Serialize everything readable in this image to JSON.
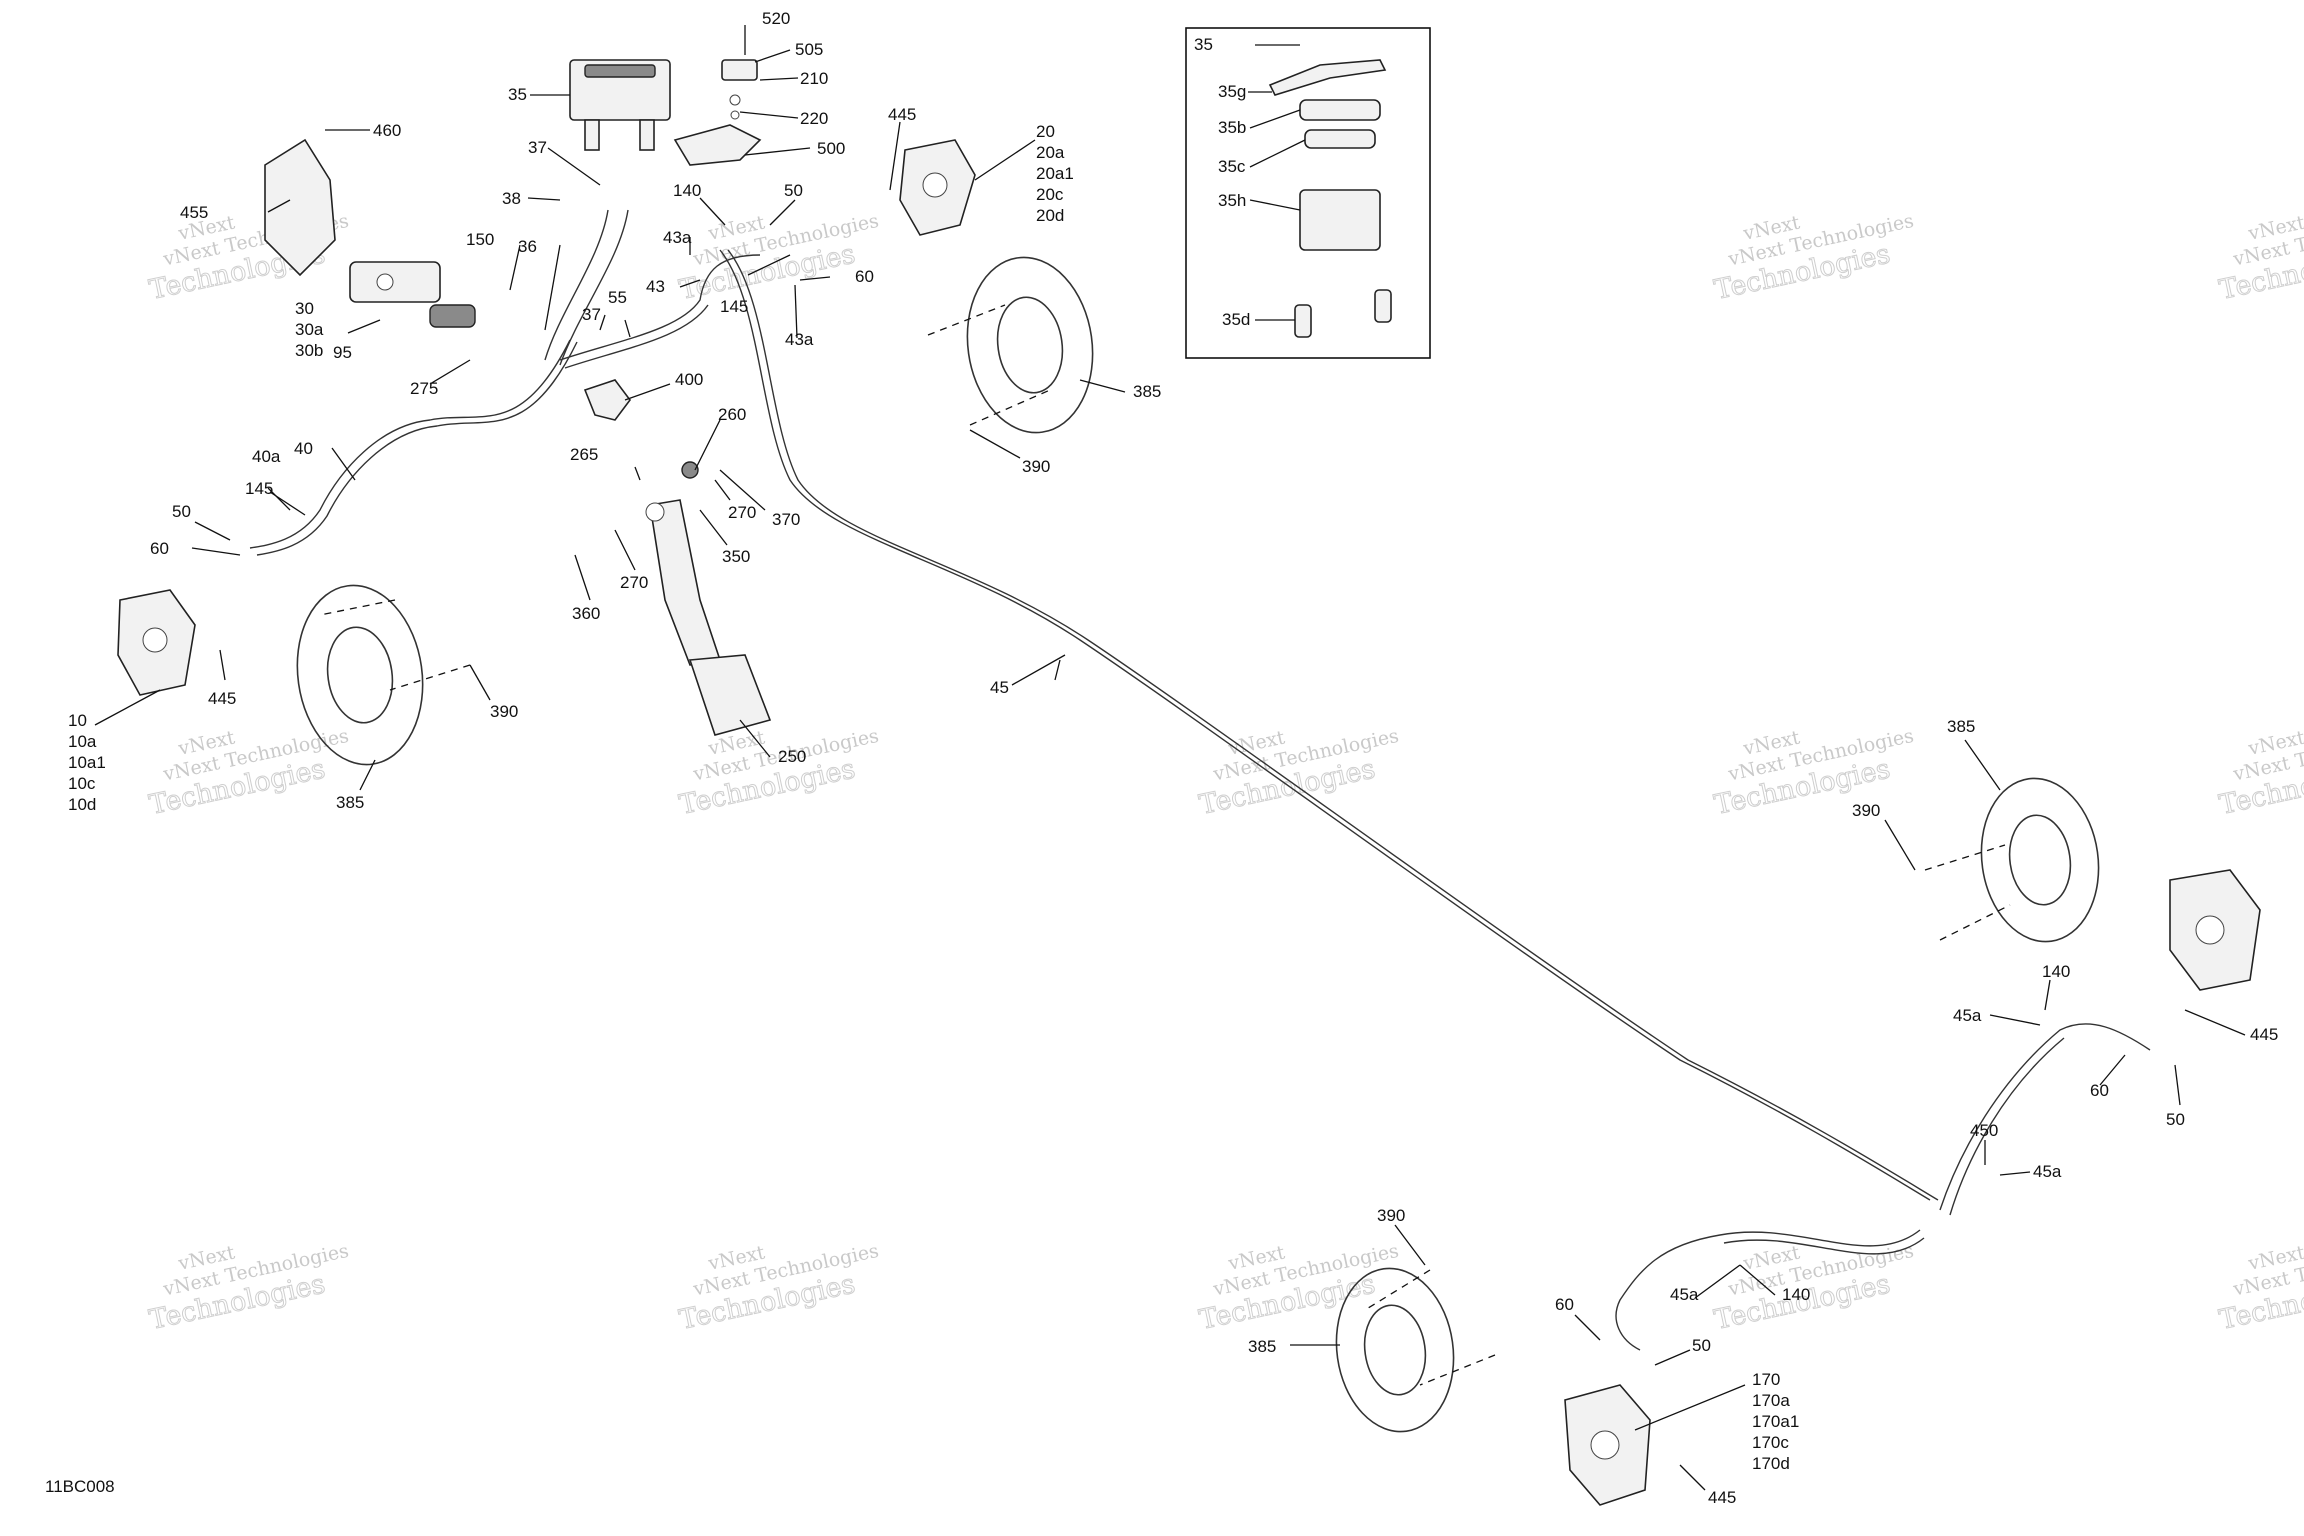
{
  "diagram_code": "11BC008",
  "inset_label": "35",
  "watermark": {
    "line1": "vNext Technologies",
    "line2": "Technologies",
    "stamp": "vNext"
  },
  "callouts": {
    "c520": "520",
    "c505": "505",
    "c210": "210",
    "c220": "220",
    "c500": "500",
    "c35": "35",
    "c460": "460",
    "c455": "455",
    "c37a": "37",
    "c38": "38",
    "c140a": "140",
    "c50a": "50",
    "c445a": "445",
    "c20": "20",
    "c20a": "20a",
    "c20a1": "20a1",
    "c20c": "20c",
    "c20d": "20d",
    "c36": "36",
    "c150": "150",
    "c43a1": "43a",
    "c43": "43",
    "c60a": "60",
    "c145a": "145",
    "c43a2": "43a",
    "c30": "30",
    "c30a": "30a",
    "c30b": "30b",
    "c95": "95",
    "c275": "275",
    "c37b": "37",
    "c55": "55",
    "c400": "400",
    "c385a": "385",
    "c390a": "390",
    "c40": "40",
    "c40a": "40a",
    "c145b": "145",
    "c50b": "50",
    "c60b": "60",
    "c265": "265",
    "c260": "260",
    "c270a": "270",
    "c370": "370",
    "c350": "350",
    "c360": "360",
    "c270b": "270",
    "c445b": "445",
    "c10": "10",
    "c10a": "10a",
    "c10a1": "10a1",
    "c10c": "10c",
    "c10d": "10d",
    "c390b": "390",
    "c385b": "385",
    "c45": "45",
    "c250": "250",
    "c385c": "385",
    "c390c": "390",
    "c140b": "140",
    "c45a1": "45a",
    "c445c": "445",
    "c60c": "60",
    "c50c": "50",
    "c450": "450",
    "c45a2": "45a",
    "c390d": "390",
    "c385d": "385",
    "c60d": "60",
    "c45a3": "45a",
    "c140c": "140",
    "c50d": "50",
    "c170": "170",
    "c170a": "170a",
    "c170a1": "170a1",
    "c170c": "170c",
    "c170d": "170d",
    "c445d": "445",
    "c35g": "35g",
    "c35b": "35b",
    "c35c": "35c",
    "c35h": "35h",
    "c35d": "35d"
  }
}
